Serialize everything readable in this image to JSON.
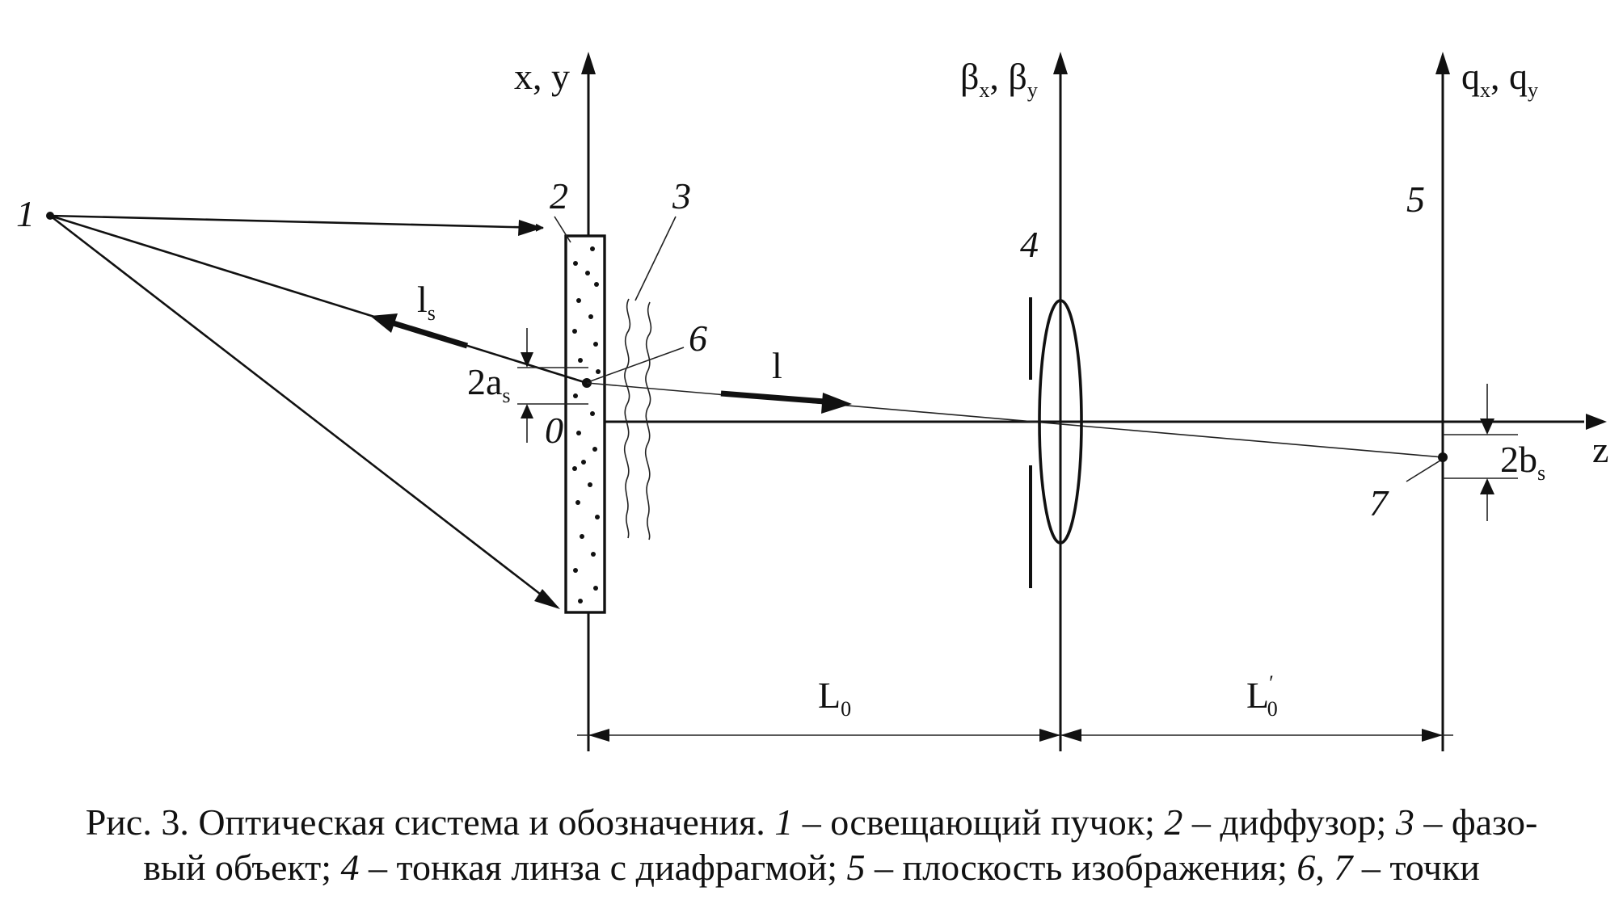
{
  "labels": {
    "axis_xy": "x, y",
    "axis_beta_main": "β",
    "axis_beta_sub_x": "x",
    "axis_beta_sep": ", β",
    "axis_beta_sub_y": "y",
    "axis_q_main": "q",
    "axis_q_sub_x": "x",
    "axis_q_sep": ", q",
    "axis_q_sub_y": "y",
    "axis_z": "z",
    "origin": "0",
    "n1": "1",
    "n2": "2",
    "n3": "3",
    "n4": "4",
    "n5": "5",
    "n6": "6",
    "n7": "7",
    "ls_main": "l",
    "ls_sub": "s",
    "l_main": "l",
    "as_main": "2a",
    "as_sub": "s",
    "bs_main": "2b",
    "bs_sub": "s",
    "L0_main": "L",
    "L0_sub": "0",
    "L0p_main": "L",
    "L0p_prime": "′",
    "L0p_sub": "0"
  },
  "caption": {
    "line1_a": "Рис. 3. Оптическая система и обозначения. ",
    "line1_n1": "1",
    "line1_b": " – освещающий пучок; ",
    "line1_n2": "2",
    "line1_c": " – диффузор; ",
    "line1_n3": "3",
    "line1_d": " – фазо-",
    "line2_a": "вый объект; ",
    "line2_n4": "4",
    "line2_b": " – тонкая линза с диафрагмой; ",
    "line2_n5": "5",
    "line2_c": " – плоскость изображения; ",
    "line2_n6": "6",
    "line2_sep": ", ",
    "line2_n7": "7",
    "line2_d": " – точки"
  }
}
